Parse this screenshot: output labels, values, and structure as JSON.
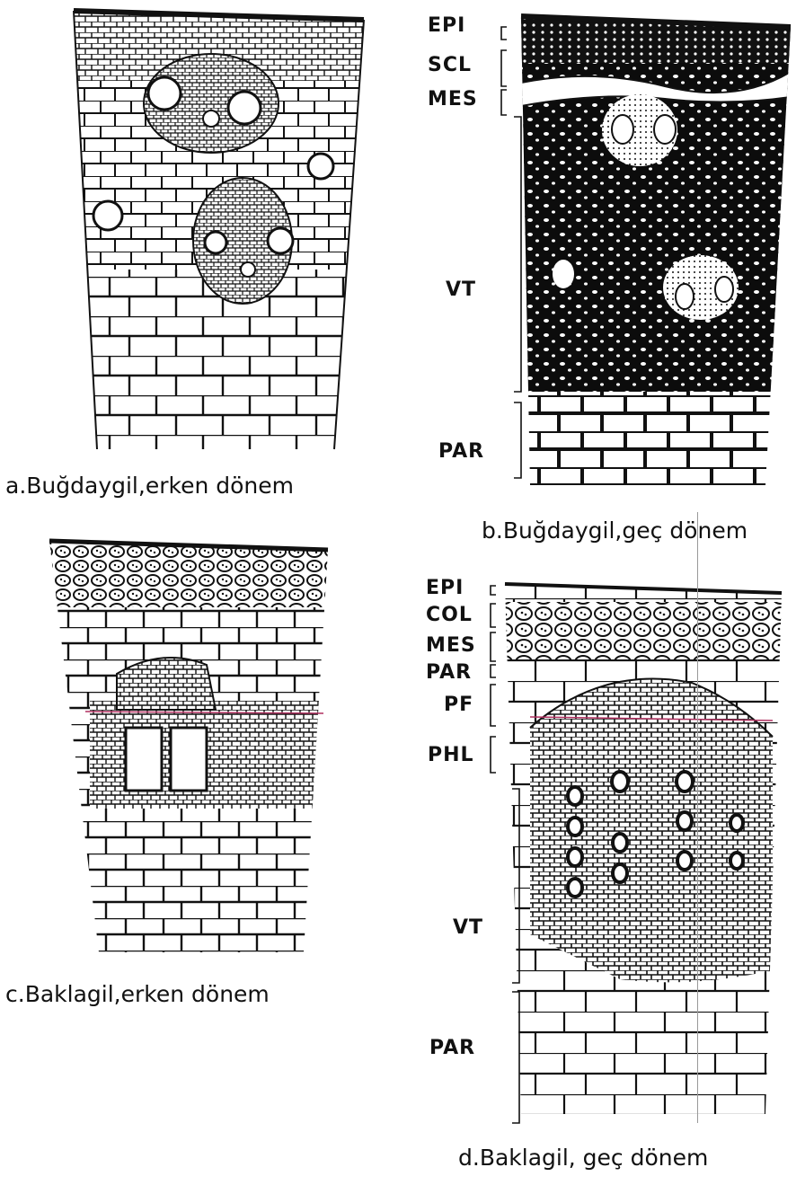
{
  "panels": {
    "a": {
      "caption": "a.Buğdaygil,erken dönem"
    },
    "b": {
      "caption": "b.Buğdaygil,geç dönem",
      "labels": [
        "EPI",
        "SCL",
        "MES",
        "VT",
        "PAR"
      ]
    },
    "c": {
      "caption": "c.Baklagil,erken dönem"
    },
    "d": {
      "caption": "d.Baklagil, geç dönem",
      "labels": [
        "EPI",
        "COL",
        "MES",
        "PAR",
        "PF",
        "PHL",
        "VT",
        "PAR"
      ]
    }
  }
}
